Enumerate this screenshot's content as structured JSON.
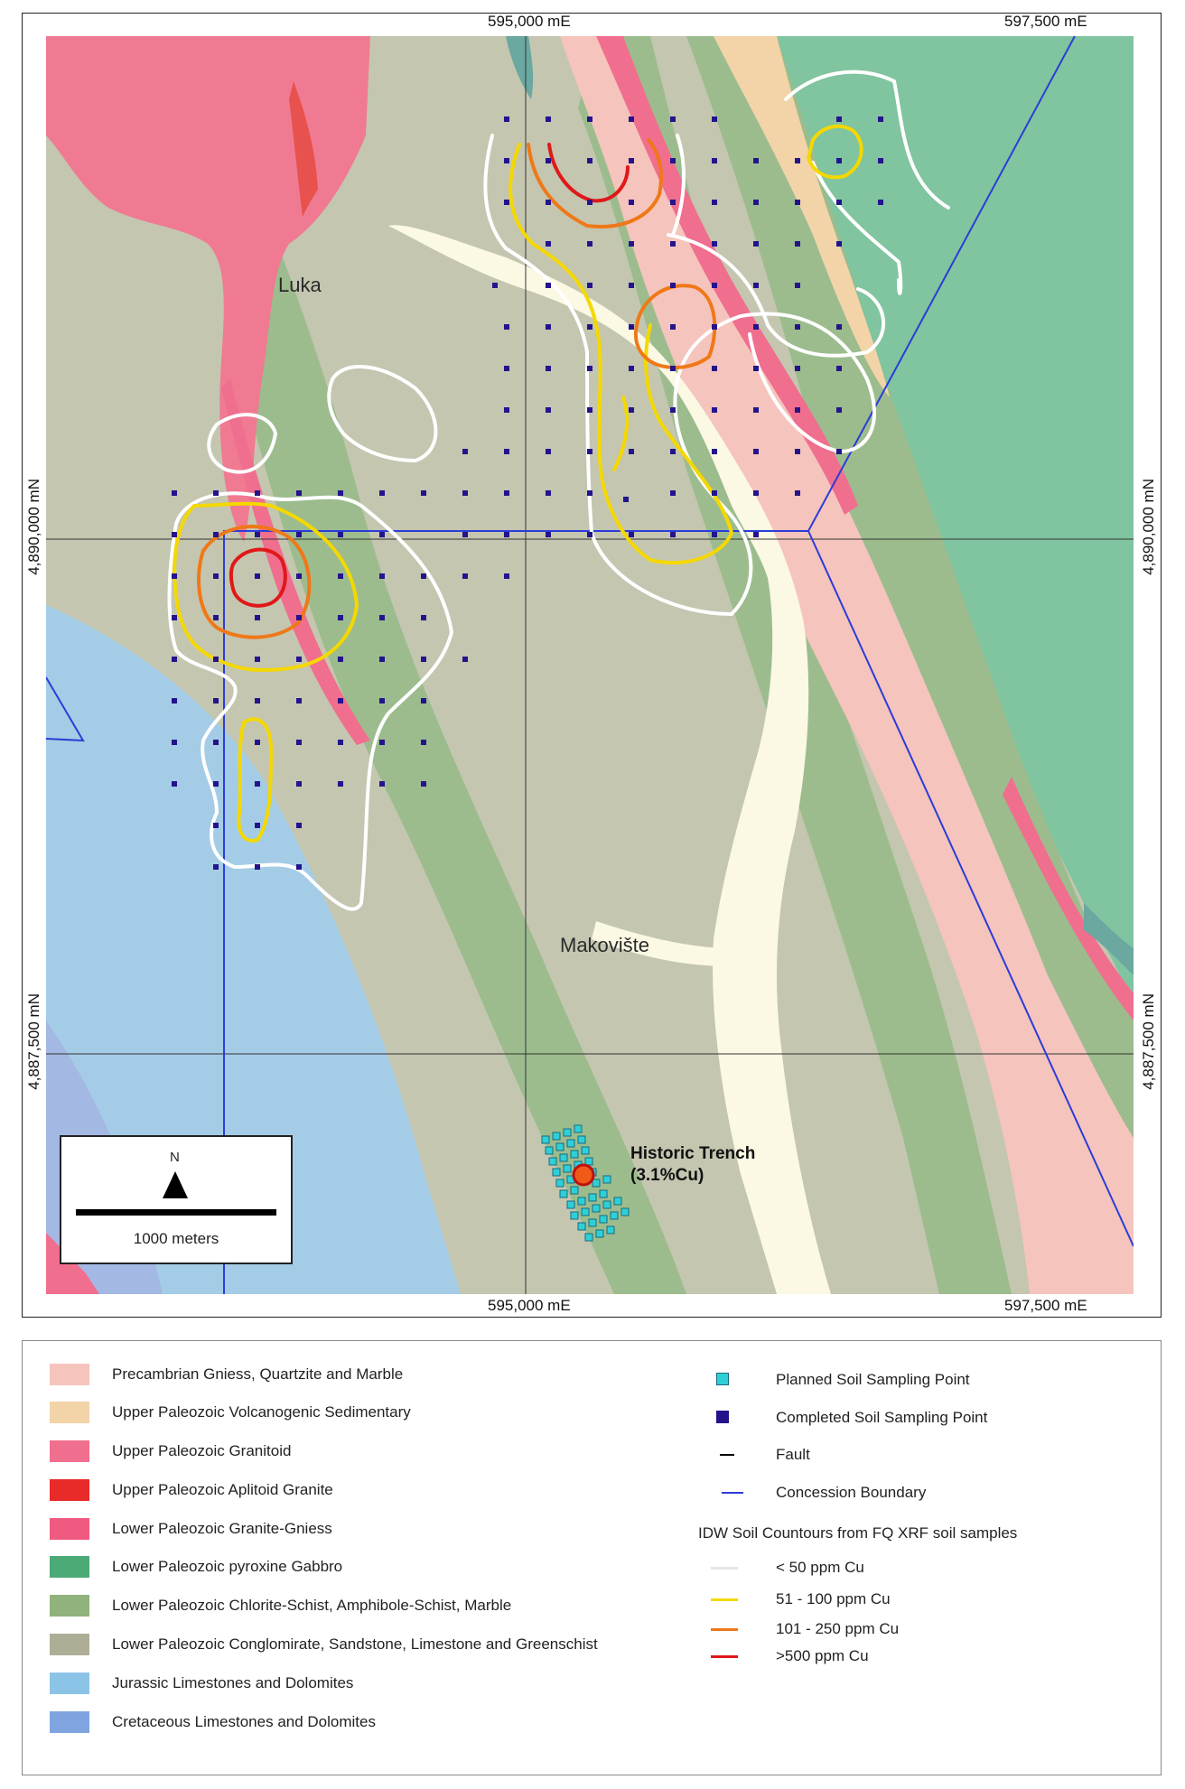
{
  "map": {
    "coords": {
      "top_easting_1": "595,000 mE",
      "top_easting_2": "597,500 mE",
      "bottom_easting_1": "595,000 mE",
      "bottom_easting_2": "597,500 mE",
      "left_northing_1": "4,890,000 mN",
      "left_northing_2": "4,887,500 mN",
      "right_northing_1": "4,890,000 mN",
      "right_northing_2": "4,887,500 mN"
    },
    "places": {
      "luka": "Luka",
      "makoviste": "Makovište"
    },
    "trench": {
      "title": "Historic Trench",
      "value": "(3.1%Cu)"
    },
    "scale": {
      "north": "N",
      "label": "1000 meters"
    }
  },
  "colors": {
    "precambrian": "#f5c4bc",
    "volcanogenic": "#f2d4a8",
    "granitoid": "#f07a92",
    "aplitoid": "#e8524e",
    "granite_gneiss": "#f06e8e",
    "gabbro": "#80c4a0",
    "chlorite_schist": "#9cbc8e",
    "conglomerate": "#c4c6b0",
    "jurassic": "#a4cce6",
    "cretaceous": "#a4b8e4",
    "quaternary": "#fbf8e4",
    "completed_point": "#24148c",
    "planned_point": "#2ed0d8",
    "concession": "#2c3cd8",
    "contour_white": "#ffffff",
    "contour_yellow": "#f4d800",
    "contour_orange": "#f07818",
    "contour_red": "#e01818"
  },
  "legend": {
    "units": [
      {
        "label": "Precambrian Gniess, Quartzite and Marble",
        "color": "#f5c4bc"
      },
      {
        "label": "Upper Paleozoic Volcanogenic Sedimentary",
        "color": "#f2d4a8"
      },
      {
        "label": "Upper Paleozoic Granitoid",
        "color": "#f06e8e"
      },
      {
        "label": "Upper Paleozoic Aplitoid Granite",
        "color": "#e82a28"
      },
      {
        "label": "Lower Paleozoic Granite-Gniess",
        "color": "#f05a80"
      },
      {
        "label": "Lower Paleozoic pyroxine Gabbro",
        "color": "#4caa76"
      },
      {
        "label": "Lower Paleozoic Chlorite-Schist, Amphibole-Schist, Marble",
        "color": "#90b27c"
      },
      {
        "label": "Lower Paleozoic Conglomirate, Sandstone, Limestone and Greenschist",
        "color": "#aeae96"
      },
      {
        "label": "Jurassic Limestones and Dolomites",
        "color": "#8cc4e8"
      },
      {
        "label": "Cretaceous Limestones and Dolomites",
        "color": "#80a4e0"
      }
    ],
    "symbols": {
      "planned": "Planned Soil Sampling Point",
      "completed": "Completed Soil Sampling Point",
      "fault": "Fault",
      "concession": "Concession Boundary",
      "contour_heading": "IDW Soil Countours from FQ XRF soil samples",
      "contours": [
        {
          "label": "< 50 ppm Cu",
          "color": "#e6e6e6"
        },
        {
          "label": "51 - 100 ppm Cu",
          "color": "#f4d800"
        },
        {
          "label": "101 - 250 ppm Cu",
          "color": "#f07818"
        },
        {
          "label": ">500 ppm Cu",
          "color": "#e01818"
        }
      ]
    }
  }
}
